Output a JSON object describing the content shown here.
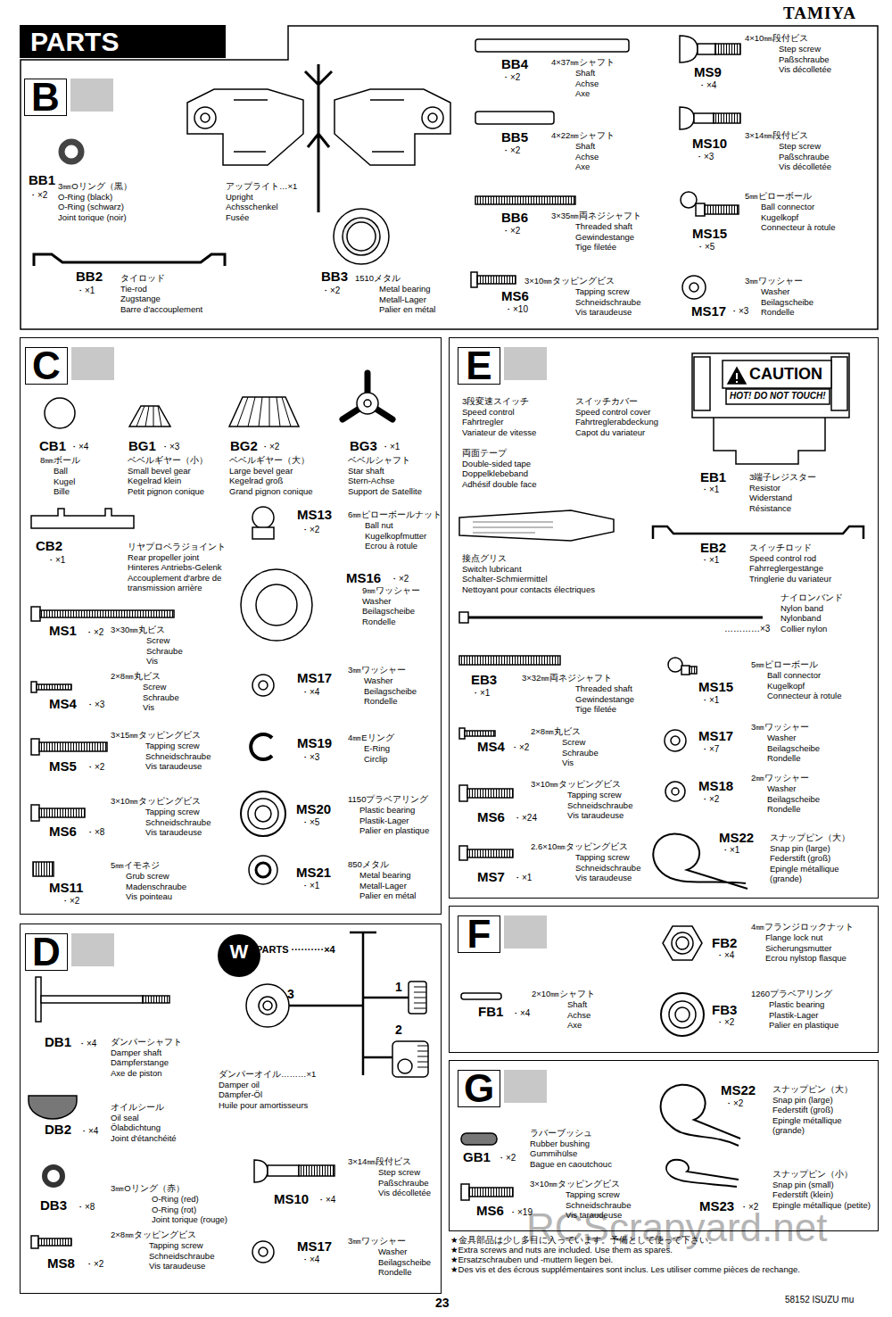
{
  "diagram": {
    "title": "PARTS",
    "nodes": [
      {
        "text": [
          "B"
        ]
      },
      {
        "text": [
          "C"
        ]
      },
      {
        "text": [
          "E"
        ]
      },
      {
        "text": [
          "D"
        ]
      },
      {
        "text": [
          "W"
        ],
        "in": 3
      },
      {
        "text": [
          "F"
        ]
      },
      {
        "text": [
          "G"
        ]
      }
    ],
    "labels": [
      "TAMIYA",
      "BB1",
      "・×2",
      "3㎜Oリング（黒）",
      "O-Ring (black)",
      "O-Ring (schwarz)",
      "Joint torique (noir)",
      "アップライト…×1",
      "Upright",
      "Achsschenkel",
      "Fusée",
      "BB2",
      "・×1",
      "タイロッド",
      "Tie-rod",
      "Zugstange",
      "Barre d'accouplement",
      "BB3",
      "・×2",
      "1510メタル",
      "Metal bearing",
      "Metall-Lager",
      "Palier en métal",
      "BB4",
      "・×2",
      "4×37㎜シャフト",
      "Shaft",
      "Achse",
      "Axe",
      "BB5",
      "・×2",
      "4×22㎜シャフト",
      "Shaft",
      "Achse",
      "Axe",
      "BB6",
      "・×2",
      "3×35㎜両ネジシャフト",
      "Threaded shaft",
      "Gewindestange",
      "Tige filetée",
      "MS6",
      "・×10",
      "3×10㎜タッピングビス",
      "Tapping screw",
      "Schneidschraube",
      "Vis taraudeuse",
      "MS9",
      "・×4",
      "4×10㎜段付ビス",
      "Step screw",
      "Paßschraube",
      "Vis décolletée",
      "MS10",
      "・×3",
      "3×14㎜段付ビス",
      "Step screw",
      "Paßschraube",
      "Vis décolletée",
      "MS15",
      "・×5",
      "5㎜ピローボール",
      "Ball connector",
      "Kugelkopf",
      "Connecteur à rotule",
      "MS17",
      "・×3",
      "3㎜ワッシャー",
      "Washer",
      "Beilagscheibe",
      "Rondelle",
      "CB1",
      "・×4",
      "8㎜ボール",
      "Ball",
      "Kugel",
      "Bille",
      "BG1",
      "・×3",
      "ベベルギヤー（小）",
      "Small bevel gear",
      "Kegelrad klein",
      "Petit pignon conique",
      "BG2",
      "・×2",
      "ベベルギヤー（大）",
      "Large bevel gear",
      "Kegelrad groß",
      "Grand pignon conique",
      "BG3",
      "・×1",
      "ベベルシャフト",
      "Star shaft",
      "Stern-Achse",
      "Support de Satellite",
      "CB2",
      "・×1",
      "リヤプロペラジョイント",
      "Rear propeller joint",
      "Hinteres Antriebs-Gelenk",
      "Accouplement d'arbre de transmission arrière",
      "MS13",
      "・×2",
      "6㎜ピローボールナット",
      "Ball nut",
      "Kugelkopfmutter",
      "Ecrou à rotule",
      "MS16",
      "・×2",
      "9㎜ワッシャー",
      "Washer",
      "Beilagscheibe",
      "Rondelle",
      "MS1",
      "・×2",
      "3×30㎜丸ビス",
      "Screw",
      "Schraube",
      "Vis",
      "MS17",
      "・×4",
      "3㎜ワッシャー",
      "Washer",
      "Beilagscheibe",
      "Rondelle",
      "MS4",
      "・×3",
      "2×8㎜丸ビス",
      "Screw",
      "Schraube",
      "Vis",
      "MS19",
      "・×3",
      "4㎜Eリング",
      "E-Ring",
      "Circlip",
      "MS5",
      "・×2",
      "3×15㎜タッピングビス",
      "Tapping screw",
      "Schneidschraube",
      "Vis taraudeuse",
      "MS20",
      "・×5",
      "1150プラベアリング",
      "Plastic bearing",
      "Plastik-Lager",
      "Palier en plastique",
      "MS6",
      "・×8",
      "3×10㎜タッピングビス",
      "Tapping screw",
      "Schneidschraube",
      "Vis taraudeuse",
      "MS21",
      "・×1",
      "850メタル",
      "Metal bearing",
      "Metall-Lager",
      "Palier en métal",
      "MS11",
      "・×2",
      "5㎜イモネジ",
      "Grub screw",
      "Madenschraube",
      "Vis pointeau",
      "3段変速スイッチ",
      "Speed control",
      "Fahrtregler",
      "Variateur de vitesse",
      "スイッチカバー",
      "Speed control cover",
      "Fahrtreglerabdeckung",
      "Capot du variateur",
      "両面テープ",
      "Double-sided tape",
      "Doppelklebeband",
      "Adhésif double face",
      "接点グリス",
      "Switch lubricant",
      "Schalter-Schmiermittel",
      "Nettoyant pour contacts électriques",
      "CAUTION",
      "HOT! DO NOT TOUCH!",
      "EB1",
      "・×1",
      "3端子レジスター",
      "Resistor",
      "Widerstand",
      "Résistance",
      "EB2",
      "・×1",
      "スイッチロッド",
      "Speed control rod",
      "Fahrreglergestänge",
      "Tringlerie du variateur",
      "ナイロンバンド",
      "Nylon band",
      "Nylonband",
      "Collier nylon",
      "…………×3",
      "EB3",
      "・×1",
      "3×32㎜両ネジシャフト",
      "Threaded shaft",
      "Gewindestange",
      "Tige filetée",
      "MS15",
      "・×1",
      "5㎜ピローボール",
      "Ball connector",
      "Kugelkopf",
      "Connecteur à rotule",
      "MS4",
      "・×2",
      "2×8㎜丸ビス",
      "Screw",
      "Schraube",
      "Vis",
      "MS17",
      "・×7",
      "3㎜ワッシャー",
      "Washer",
      "Beilagscheibe",
      "Rondelle",
      "MS18",
      "・×2",
      "2㎜ワッシャー",
      "Washer",
      "Beilagscheibe",
      "Rondelle",
      "MS6",
      "・×24",
      "3×10㎜タッピングビス",
      "Tapping screw",
      "Schneidschraube",
      "Vis taraudeuse",
      "MS7",
      "・×1",
      "2.6×10㎜タッピングビス",
      "Tapping screw",
      "Schneidschraube",
      "Vis taraudeuse",
      "MS22",
      "・×1",
      "スナップピン（大）",
      "Snap pin (large)",
      "Federstift (groß)",
      "Epingle métallique (grande)",
      "DB1",
      "・×4",
      "ダンパーシャフト",
      "Damper shaft",
      "Dämpferstange",
      "Axe de piston",
      "PARTS ··········×4",
      "3",
      "1",
      "2",
      "ダンパーオイル………×1",
      "Damper oil",
      "Dämpfer-Öl",
      "Huile pour amortisseurs",
      "DB2",
      "・×4",
      "オイルシール",
      "Oil seal",
      "Ölabdichtung",
      "Joint d'étanchéité",
      "DB3",
      "・×8",
      "3㎜Oリング（赤）",
      "O-Ring (red)",
      "O-Ring (rot)",
      "Joint torique (rouge)",
      "MS10",
      "・×4",
      "3×14㎜段付ビス",
      "Step screw",
      "Paßschraube",
      "Vis décolletée",
      "MS8",
      "・×2",
      "2×8㎜タッピングビス",
      "Tapping screw",
      "Schneidschraube",
      "Vis taraudeuse",
      "MS17",
      "・×4",
      "3㎜ワッシャー",
      "Washer",
      "Beilagscheibe",
      "Rondelle",
      "FB2",
      "・×4",
      "4㎜フランジロックナット",
      "Flange lock nut",
      "Sicherungsmutter",
      "Ecrou nylstop flasque",
      "FB1",
      "・×4",
      "2×10㎜シャフト",
      "Shaft",
      "Achse",
      "Axe",
      "FB3",
      "・×2",
      "1260プラベアリング",
      "Plastic bearing",
      "Plastik-Lager",
      "Palier en plastique",
      "MS22",
      "・×2",
      "スナップピン（大）",
      "Snap pin (large)",
      "Federstift (groß)",
      "Epingle métallique (grande)",
      "GB1",
      "・×2",
      "ラバーブッシュ",
      "Rubber bushing",
      "Gummihülse",
      "Bague en caoutchouc",
      "MS6",
      "・×19",
      "3×10㎜タッピングビス",
      "Tapping screw",
      "Schneidschraube",
      "Vis taraudeuse",
      "MS23",
      "・×2",
      "スナップピン（小）",
      "Snap pin (small)",
      "Federstift (klein)",
      "Epingle métallique (petite)",
      "★金具部品は少し多目に入っています。予備として使って下さい。",
      "★Extra screws and nuts are included. Use them as spares.",
      "★Ersatzschrauben und -muttern liegen bei.",
      "★Des vis et des écrous supplémentaires sont inclus. Les utiliser comme pièces de rechange.",
      "23",
      "58152 ISUZU mu",
      "RCScrapyard.net"
    ]
  }
}
